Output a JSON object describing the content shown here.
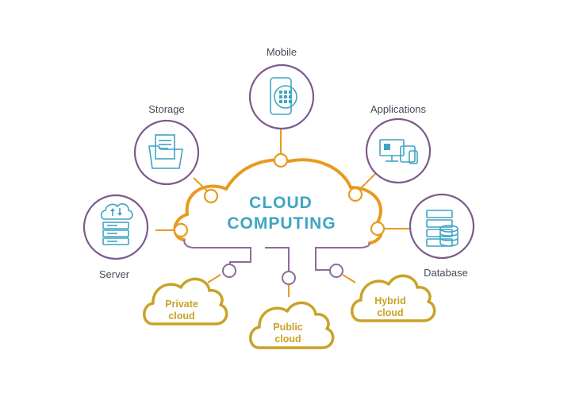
{
  "diagram": {
    "title_line1": "CLOUD",
    "title_line2": "COMPUTING",
    "services": {
      "mobile": "Mobile",
      "storage": "Storage",
      "applications": "Applications",
      "server": "Server",
      "database": "Database"
    },
    "cloud_types": {
      "private_line1": "Private",
      "private_line2": "cloud",
      "public_line1": "Public",
      "public_line2": "cloud",
      "hybrid_line1": "Hybrid",
      "hybrid_line2": "cloud"
    },
    "colors": {
      "main_cloud": "#e89a1e",
      "accent_text": "#3fa4c4",
      "icon_ring": "#7b5a8c",
      "cloud_types": "#c9a227"
    },
    "icons": [
      "phone-icon",
      "folder-icon",
      "monitor-devices-icon",
      "server-cloud-icon",
      "database-icon"
    ]
  }
}
